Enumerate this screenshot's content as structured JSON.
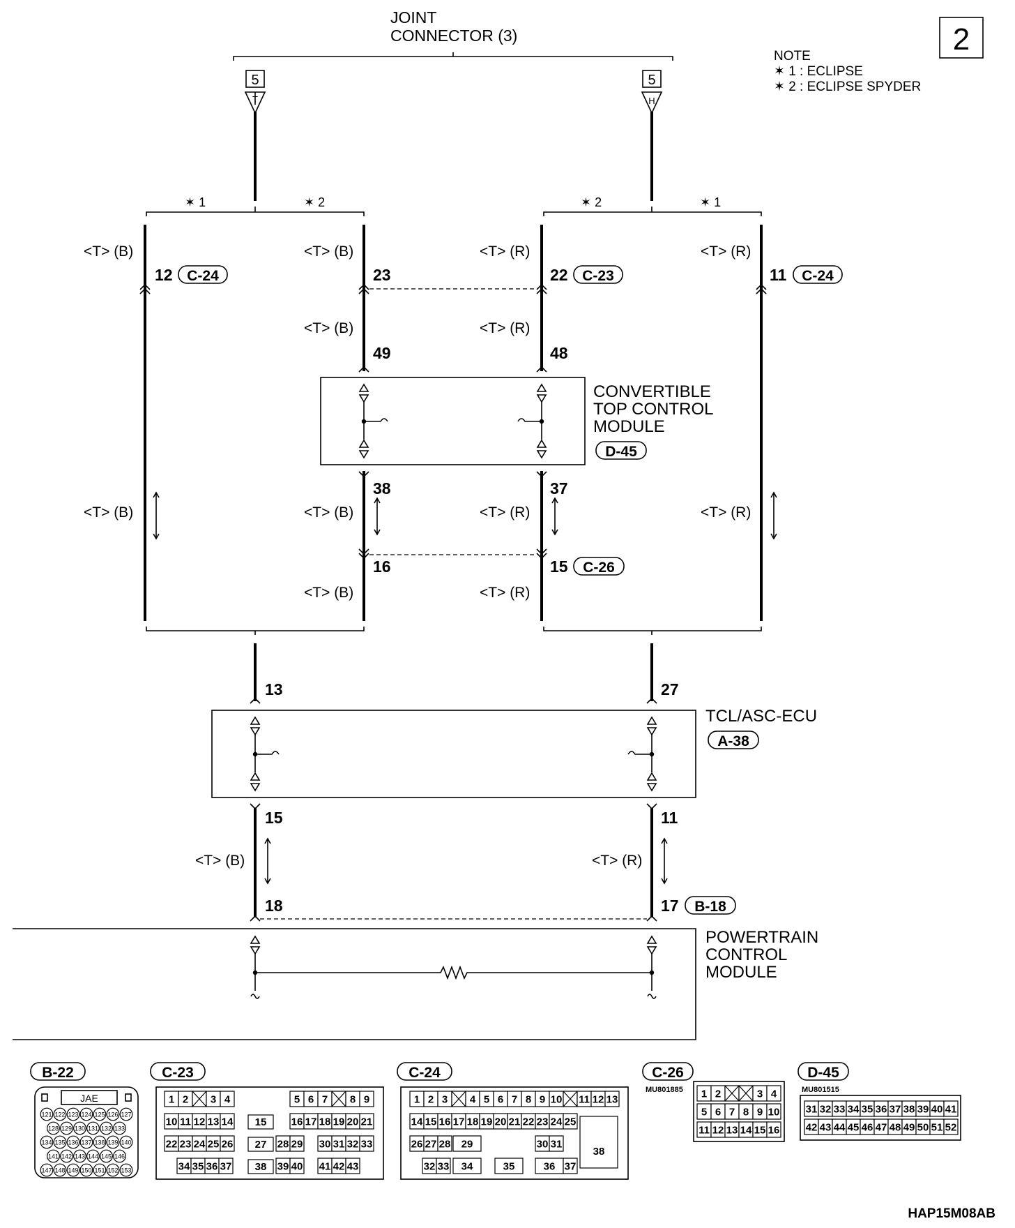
{
  "page_number": "2",
  "joint_connector": {
    "line1": "JOINT",
    "line2": "CONNECTOR (3)",
    "left_pin": "5",
    "right_pin": "5",
    "left_code": "T",
    "right_code": "H"
  },
  "note": {
    "title": "NOTE",
    "n1": "✶ 1 : ECLIPSE",
    "n2": "✶ 2 : ECLIPSE SPYDER"
  },
  "stars": {
    "s1": "✶ 1",
    "s2": "✶ 2"
  },
  "wires": {
    "tb": "<T> (B)",
    "tr": "<T> (R)"
  },
  "pins": {
    "p12": "12",
    "p23": "23",
    "p22": "22",
    "p11": "11",
    "p49": "49",
    "p48": "48",
    "p38": "38",
    "p37": "37",
    "p16": "16",
    "p15a": "15",
    "p13": "13",
    "p27": "27",
    "p15b": "15",
    "p11b": "11",
    "p18": "18",
    "p17": "17"
  },
  "connector_labels": {
    "c24": "C-24",
    "c23": "C-23",
    "c26": "C-26",
    "d45": "D-45",
    "a38": "A-38",
    "b18": "B-18",
    "b22": "B-22"
  },
  "modules": {
    "ctcm": {
      "l1": "CONVERTIBLE",
      "l2": "TOP CONTROL",
      "l3": "MODULE"
    },
    "tcl": {
      "l1": "TCL/ASC-ECU"
    },
    "pcm": {
      "l1": "POWERTRAIN",
      "l2": "CONTROL",
      "l3": "MODULE"
    }
  },
  "connector_views": {
    "b22": {
      "brand": "JAE",
      "row1": [
        "121",
        "122",
        "123",
        "124",
        "125",
        "126",
        "127"
      ],
      "row2": [
        "128",
        "129",
        "130",
        "131",
        "132",
        "133"
      ],
      "row3": [
        "134",
        "135",
        "136",
        "137",
        "138",
        "139",
        "140"
      ],
      "row4": [
        "141",
        "142",
        "143",
        "144",
        "145",
        "146"
      ],
      "row5": [
        "147",
        "148",
        "149",
        "150",
        "151",
        "152",
        "153"
      ]
    },
    "c23": {
      "r1a": [
        "1",
        "2",
        "",
        "3",
        "4"
      ],
      "r1b": [
        "5",
        "6",
        "7",
        "",
        "8",
        "9"
      ],
      "r2a": [
        "10",
        "11",
        "12",
        "13",
        "14"
      ],
      "mid1": "15",
      "r2b": [
        "16",
        "17",
        "18",
        "19",
        "20",
        "21"
      ],
      "r3a": [
        "22",
        "23",
        "24",
        "25",
        "26"
      ],
      "mid2": "27",
      "r3b": [
        "28",
        "29"
      ],
      "r3c": [
        "30",
        "31",
        "32",
        "33"
      ],
      "r4a": [
        "34",
        "35",
        "36",
        "37"
      ],
      "mid3": "38",
      "r4b": [
        "39",
        "40"
      ],
      "r4c": [
        "41",
        "42",
        "43"
      ]
    },
    "c24": {
      "r1": [
        "1",
        "2",
        "3",
        "",
        "4",
        "5",
        "6",
        "7",
        "8",
        "9",
        "10",
        "",
        "11",
        "12",
        "13"
      ],
      "r2": [
        "14",
        "15",
        "16",
        "17",
        "18",
        "19",
        "20",
        "21",
        "22",
        "23",
        "24",
        "25"
      ],
      "big": "38",
      "r3a": [
        "26",
        "27",
        "28"
      ],
      "c29": "29",
      "r3b": [
        "30",
        "31"
      ],
      "r4a": [
        "32",
        "33"
      ],
      "c34": "34",
      "c35": "35",
      "c36": "36",
      "c37": "37"
    },
    "c26": {
      "part": "MU801885",
      "r1": [
        "1",
        "2",
        "",
        "",
        "3",
        "4"
      ],
      "r2": [
        "5",
        "6",
        "7",
        "8",
        "9",
        "10"
      ],
      "r3": [
        "11",
        "12",
        "13",
        "14",
        "15",
        "16"
      ]
    },
    "d45": {
      "part": "MU801515",
      "r1": [
        "31",
        "32",
        "33",
        "34",
        "35",
        "36",
        "37",
        "38",
        "39",
        "40",
        "41"
      ],
      "r2": [
        "42",
        "43",
        "44",
        "45",
        "46",
        "47",
        "48",
        "49",
        "50",
        "51",
        "52"
      ]
    }
  },
  "figure_code": "HAP15M08AB"
}
